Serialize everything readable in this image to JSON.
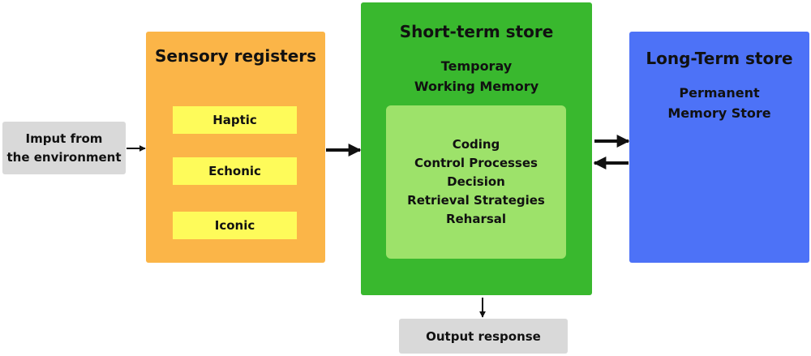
{
  "input": {
    "lines": [
      "Imput from",
      "the environment"
    ]
  },
  "sensory": {
    "title": "Sensory registers",
    "registers": [
      "Haptic",
      "Echonic",
      "Iconic"
    ]
  },
  "short_term": {
    "title": "Short-term store",
    "subtitle": [
      "Temporay",
      "Working Memory"
    ],
    "processes": [
      "Coding",
      "Control Processes",
      "Decision",
      "Retrieval Strategies",
      "Reharsal"
    ]
  },
  "long_term": {
    "title": "Long-Term store",
    "subtitle": [
      "Permanent",
      "Memory Store"
    ]
  },
  "output": {
    "label": "Output response"
  },
  "colors": {
    "input": "#d9d9d9",
    "sensory": "#fbb548",
    "register": "#fefb5a",
    "short_term": "#39b82e",
    "process": "#9de26a",
    "long_term": "#4d72f7",
    "output": "#d9d9d9",
    "arrow": "#111111"
  }
}
